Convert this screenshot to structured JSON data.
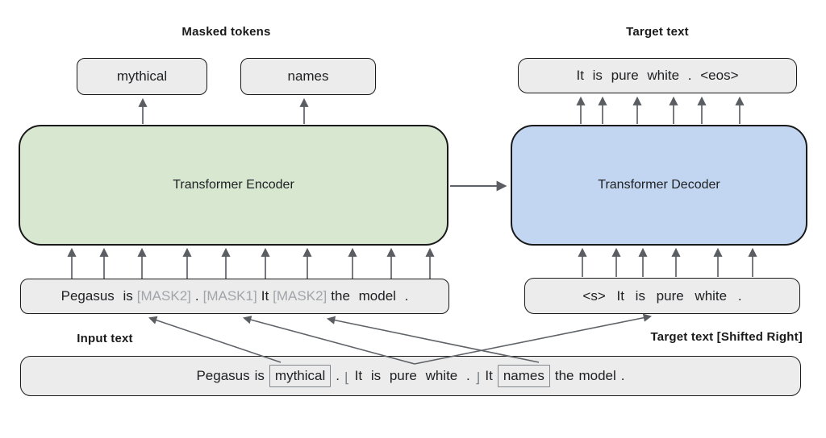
{
  "diagram": {
    "title_labels": {
      "masked_tokens": "Masked tokens",
      "target_text_top": "Target text",
      "input_text": "Input text",
      "target_text_shifted": "Target text  [Shifted Right]"
    },
    "encoder": {
      "label": "Transformer Encoder",
      "fill": "#d7e7d0"
    },
    "decoder": {
      "label": "Transformer Decoder",
      "fill": "#c2d6f1"
    },
    "masked_token_boxes": [
      {
        "text": "mythical"
      },
      {
        "text": "names"
      }
    ],
    "target_output_box": {
      "text": "It is pure white . <eos>"
    },
    "decoder_input_box": {
      "text": "<s> It is pure white ."
    },
    "input_box": {
      "tokens": [
        {
          "text": "Pegasus is",
          "masked": false
        },
        {
          "text": "[MASK2]",
          "masked": true
        },
        {
          "text": ".",
          "masked": false
        },
        {
          "text": "[MASK1]",
          "masked": true
        },
        {
          "text": "It",
          "masked": false
        },
        {
          "text": "[MASK2]",
          "masked": true
        },
        {
          "text": "the model .",
          "masked": false
        }
      ]
    },
    "bottom_sentence": {
      "segments": [
        {
          "text": "Pegasus"
        },
        {
          "text": "is"
        },
        {
          "text": "mythical",
          "style": "boxed"
        },
        {
          "text": "."
        },
        {
          "text": "It is pure white .",
          "style": "bracketed"
        },
        {
          "text": "It"
        },
        {
          "text": "names",
          "style": "boxed"
        },
        {
          "text": "the"
        },
        {
          "text": "model"
        },
        {
          "text": "."
        }
      ],
      "bracket_left": "⌊",
      "bracket_right": "⌋"
    },
    "colors": {
      "encoder_fill": "#d7e7d0",
      "decoder_fill": "#c2d6f1",
      "token_fill": "#ececec",
      "border_black": "#1a1a1a",
      "arrow_gray": "#5f6368",
      "mask_text_gray": "#a0a5aa",
      "inner_box_gray": "#80868b"
    }
  }
}
